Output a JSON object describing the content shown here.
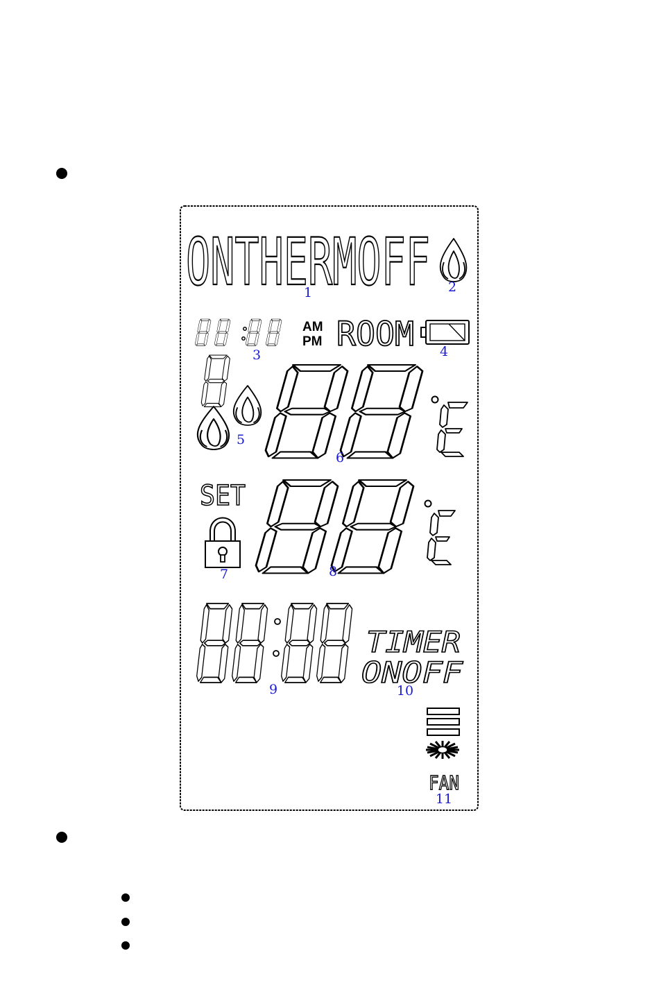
{
  "bullets": [
    {
      "size": "large"
    },
    {
      "size": "large"
    },
    {
      "size": "small"
    },
    {
      "size": "small"
    },
    {
      "size": "small"
    }
  ],
  "display": {
    "mode_text": "ONTHERMOFF",
    "am_label": "AM",
    "pm_label": "PM",
    "room_label": "ROOM",
    "set_label": "SET",
    "timer_label": "TIMER",
    "onoff_label": "ONOFF",
    "fan_label": "FAN",
    "unit_label": "E",
    "callouts": [
      "1",
      "2",
      "3",
      "4",
      "5",
      "6",
      "7",
      "8",
      "9",
      "10",
      "11"
    ]
  },
  "icons": [
    "flame-icon",
    "battery-icon",
    "flames-icon",
    "lock-icon",
    "fan-icon",
    "fan-speed-bars-icon"
  ]
}
